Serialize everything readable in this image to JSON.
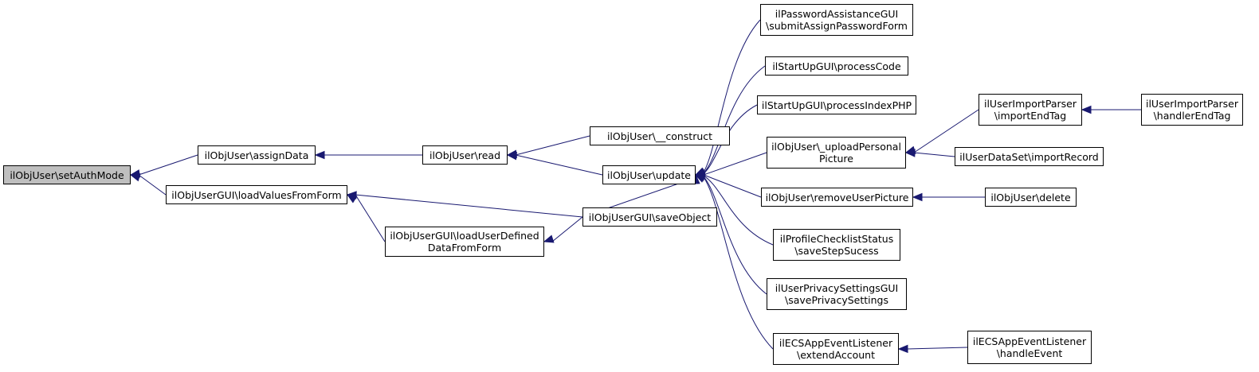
{
  "diagram": {
    "colors": {
      "edge": "#191970",
      "node_border": "#000000",
      "root_fill": "#bfbfbf",
      "node_fill": "#ffffff"
    },
    "nodes": [
      {
        "id": "setAuthMode",
        "lines": [
          "ilObjUser\\setAuthMode"
        ],
        "root": true
      },
      {
        "id": "assignData",
        "lines": [
          "ilObjUser\\assignData"
        ]
      },
      {
        "id": "loadValuesFromForm",
        "lines": [
          "ilObjUserGUI\\loadValuesFromForm"
        ]
      },
      {
        "id": "read",
        "lines": [
          "ilObjUser\\read"
        ]
      },
      {
        "id": "loadUserDefinedDataFromForm",
        "lines": [
          "ilObjUserGUI\\loadUserDefined",
          "DataFromForm"
        ]
      },
      {
        "id": "construct",
        "lines": [
          "ilObjUser\\__construct"
        ]
      },
      {
        "id": "update",
        "lines": [
          "ilObjUser\\update"
        ]
      },
      {
        "id": "saveObject",
        "lines": [
          "ilObjUserGUI\\saveObject"
        ]
      },
      {
        "id": "submitAssignPasswordForm",
        "lines": [
          "ilPasswordAssistanceGUI",
          "\\submitAssignPasswordForm"
        ]
      },
      {
        "id": "processCode",
        "lines": [
          "ilStartUpGUI\\processCode"
        ]
      },
      {
        "id": "processIndexPHP",
        "lines": [
          "ilStartUpGUI\\processIndexPHP"
        ]
      },
      {
        "id": "uploadPersonalPicture",
        "lines": [
          "ilObjUser\\_uploadPersonal",
          "Picture"
        ]
      },
      {
        "id": "removeUserPicture",
        "lines": [
          "ilObjUser\\removeUserPicture"
        ]
      },
      {
        "id": "saveStepSucess",
        "lines": [
          "ilProfileChecklistStatus",
          "\\saveStepSucess"
        ]
      },
      {
        "id": "savePrivacySettings",
        "lines": [
          "ilUserPrivacySettingsGUI",
          "\\savePrivacySettings"
        ]
      },
      {
        "id": "extendAccount",
        "lines": [
          "ilECSAppEventListener",
          "\\extendAccount"
        ]
      },
      {
        "id": "importEndTag",
        "lines": [
          "ilUserImportParser",
          "\\importEndTag"
        ]
      },
      {
        "id": "importRecord",
        "lines": [
          "ilUserDataSet\\importRecord"
        ]
      },
      {
        "id": "delete",
        "lines": [
          "ilObjUser\\delete"
        ]
      },
      {
        "id": "handleEvent",
        "lines": [
          "ilECSAppEventListener",
          "\\handleEvent"
        ]
      },
      {
        "id": "handlerEndTag",
        "lines": [
          "ilUserImportParser",
          "\\handlerEndTag"
        ]
      }
    ],
    "edges": [
      [
        "setAuthMode",
        "assignData"
      ],
      [
        "setAuthMode",
        "loadValuesFromForm"
      ],
      [
        "assignData",
        "read"
      ],
      [
        "loadValuesFromForm",
        "loadUserDefinedDataFromForm"
      ],
      [
        "loadValuesFromForm",
        "saveObject"
      ],
      [
        "read",
        "construct"
      ],
      [
        "read",
        "update"
      ],
      [
        "loadUserDefinedDataFromForm",
        "saveObject"
      ],
      [
        "update",
        "submitAssignPasswordForm"
      ],
      [
        "update",
        "processCode"
      ],
      [
        "update",
        "processIndexPHP"
      ],
      [
        "update",
        "uploadPersonalPicture"
      ],
      [
        "update",
        "removeUserPicture"
      ],
      [
        "update",
        "saveStepSucess"
      ],
      [
        "update",
        "savePrivacySettings"
      ],
      [
        "update",
        "extendAccount"
      ],
      [
        "update",
        "saveObject"
      ],
      [
        "uploadPersonalPicture",
        "importEndTag"
      ],
      [
        "uploadPersonalPicture",
        "importRecord"
      ],
      [
        "removeUserPicture",
        "delete"
      ],
      [
        "extendAccount",
        "handleEvent"
      ],
      [
        "importEndTag",
        "handlerEndTag"
      ]
    ]
  }
}
